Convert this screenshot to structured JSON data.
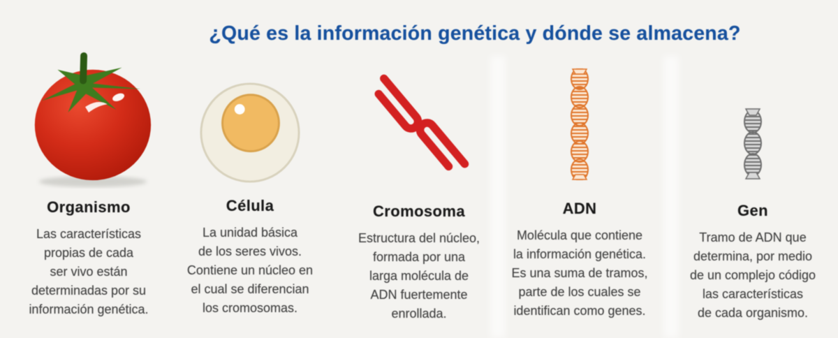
{
  "title": "¿Qué es la información genética y dónde se almacena?",
  "colors": {
    "background": "#f4f3f0",
    "title_blue": "#17519e",
    "heading_dark": "#1a1a1a",
    "body_text": "#424242",
    "tomato_red": "#d32c18",
    "tomato_red_light": "#ea4a2f",
    "tomato_red_dark": "#b01a0a",
    "tomato_green": "#3e7c1f",
    "tomato_stem": "#2c5a14",
    "cell_body": "#f2eee1",
    "cell_border": "#d8d2bd",
    "nucleus_orange": "#f1ba62",
    "nucleus_border": "#d9a24c",
    "chromosome_red": "#d32121",
    "dna_orange": "#e0762c",
    "dna_fill": "#fbe7d3",
    "gene_gray": "#6f6f6f",
    "gene_fill": "#d9d9d9",
    "shadow_gray": "#c9c9c4"
  },
  "columns": [
    {
      "heading": "Organismo",
      "icon": "tomato-icon",
      "lines": [
        "Las características",
        "propias de cada",
        "ser vivo están",
        "determinadas por su",
        "información genética."
      ]
    },
    {
      "heading": "Célula",
      "icon": "cell-icon",
      "lines": [
        "La unidad básica",
        "de los seres vivos.",
        "Contiene un núcleo en",
        "el cual se diferencian",
        "los cromosomas."
      ]
    },
    {
      "heading": "Cromosoma",
      "icon": "chromosome-icon",
      "lines": [
        "Estructura del núcleo,",
        "formada por una",
        "larga molécula de",
        "ADN fuertemente",
        "enrollada."
      ]
    },
    {
      "heading": "ADN",
      "icon": "dna-icon",
      "lines": [
        "Molécula que contiene",
        "la información genética.",
        "Es una suma de tramos,",
        "parte de los cuales se",
        "identifican como genes."
      ]
    },
    {
      "heading": "Gen",
      "icon": "gene-icon",
      "lines": [
        "Tramo de ADN que",
        "determina, por medio",
        "de un complejo código",
        "las características",
        "de cada organismo."
      ]
    }
  ]
}
